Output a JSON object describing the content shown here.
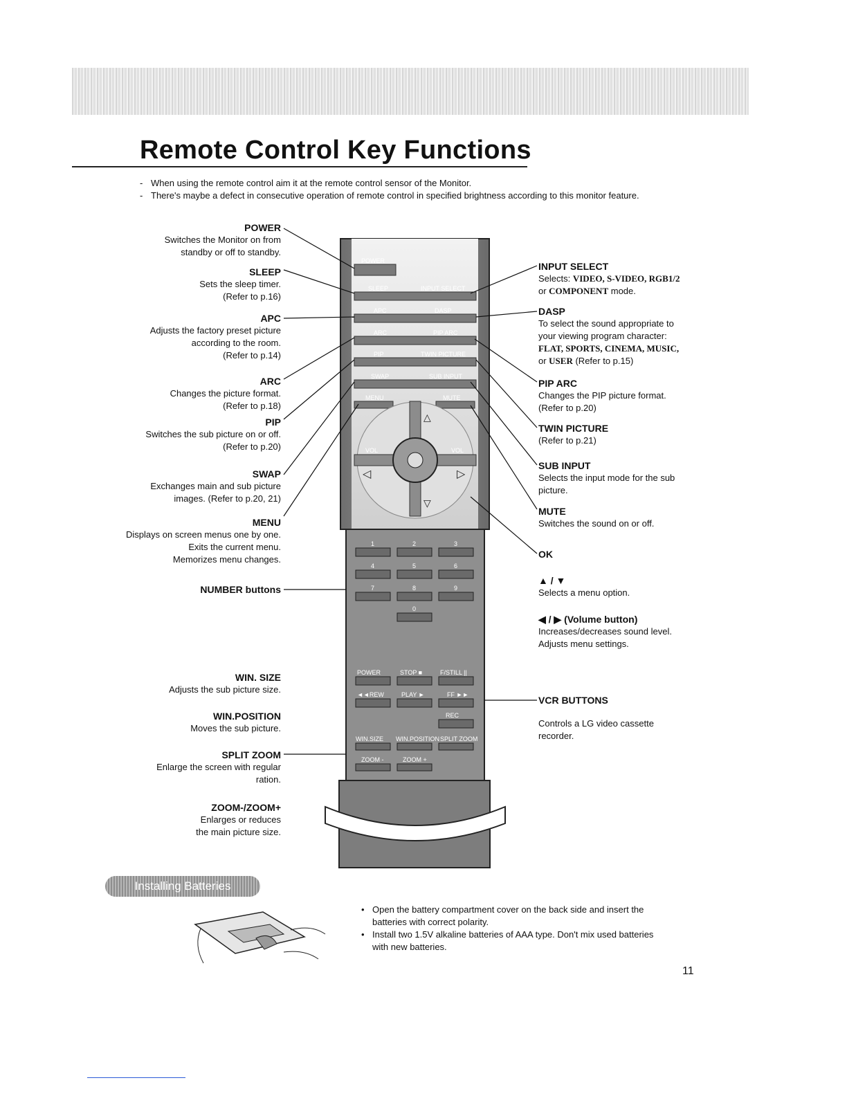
{
  "page": {
    "title": "Remote Control Key Functions",
    "intro": [
      "When using the remote control aim it at the remote control sensor of the Monitor.",
      "There's maybe a defect in consecutive operation of remote control in specified brightness according to this monitor feature."
    ],
    "page_number": "11"
  },
  "left_labels": {
    "power": {
      "title": "POWER",
      "desc": [
        "Switches the Monitor on from",
        "standby or off to standby."
      ]
    },
    "sleep": {
      "title": "SLEEP",
      "desc": [
        "Sets the sleep timer.",
        "(Refer to p.16)"
      ]
    },
    "apc": {
      "title": "APC",
      "desc": [
        "Adjusts the factory preset picture",
        "according to the room.",
        "(Refer to p.14)"
      ]
    },
    "arc": {
      "title": "ARC",
      "desc": [
        "Changes the picture format.",
        "(Refer to p.18)"
      ]
    },
    "pip": {
      "title": "PIP",
      "desc": [
        "Switches the sub picture on or off.",
        "(Refer to p.20)"
      ]
    },
    "swap": {
      "title": "SWAP",
      "desc": [
        "Exchanges main and sub picture",
        "images. (Refer to p.20, 21)"
      ]
    },
    "menu": {
      "title": "MENU",
      "desc": [
        "Displays on screen menus one by one.",
        "Exits the current menu.",
        "Memorizes menu changes."
      ]
    },
    "number": {
      "title": "NUMBER buttons"
    },
    "win_size": {
      "title": "WIN. SIZE",
      "desc": [
        "Adjusts the sub picture size."
      ]
    },
    "win_position": {
      "title": "WIN.POSITION",
      "desc": [
        "Moves the sub picture."
      ]
    },
    "split_zoom": {
      "title": "SPLIT ZOOM",
      "desc": [
        "Enlarge the screen with regular",
        "ration."
      ]
    },
    "zoom": {
      "title": "ZOOM-/ZOOM+",
      "desc": [
        "Enlarges or reduces",
        "the main picture size."
      ]
    }
  },
  "right_labels": {
    "input_select": {
      "title": "INPUT SELECT",
      "desc_prefix": "Selects: ",
      "modes": "VIDEO, S-VIDEO, RGB1/2",
      "desc_mid": "or ",
      "mode2": "COMPONENT",
      "desc_suffix": " mode."
    },
    "dasp": {
      "title": "DASP",
      "desc": [
        "To select the sound appropriate to",
        "your viewing program character:"
      ],
      "modes": "FLAT, SPORTS, CINEMA, MUSIC,",
      "or_prefix": "or ",
      "user": "USER",
      "ref": " (Refer to p.15)"
    },
    "pip_arc": {
      "title": "PIP ARC",
      "desc": [
        "Changes the PIP picture format.",
        "(Refer to p.20)"
      ]
    },
    "twin_picture": {
      "title": "TWIN PICTURE",
      "desc": [
        "(Refer to p.21)"
      ]
    },
    "sub_input": {
      "title": "SUB INPUT",
      "desc": [
        "Selects the input mode for the sub",
        "picture."
      ]
    },
    "mute": {
      "title": "MUTE",
      "desc": [
        "Switches the sound on or off."
      ]
    },
    "ok": {
      "title": "OK"
    },
    "updown": {
      "title": "▲ / ▼",
      "desc": [
        "Selects a menu option."
      ]
    },
    "volume": {
      "title": "◀ / ▶  (Volume button)",
      "desc": [
        "Increases/decreases sound level.",
        "Adjusts menu settings."
      ]
    },
    "vcr": {
      "title": "VCR BUTTONS",
      "desc": [
        "Controls a LG video cassette",
        "recorder."
      ]
    }
  },
  "remote": {
    "keys": {
      "power": "POWER",
      "sleep": "SLEEP",
      "input_select": "INPUT SELECT",
      "apc": "APC",
      "dasp": "DASP",
      "arc": "ARC",
      "pip_arc": "PIP ARC",
      "pip": "PIP",
      "twin_picture": "TWIN PICTURE",
      "swap": "SWAP",
      "sub_input": "SUB INPUT",
      "menu": "MENU",
      "mute": "MUTE",
      "vol": "VOL",
      "n1": "1",
      "n2": "2",
      "n3": "3",
      "n4": "4",
      "n5": "5",
      "n6": "6",
      "n7": "7",
      "n8": "8",
      "n9": "9",
      "n0": "0",
      "vcr_power": "POWER",
      "stop": "STOP ■",
      "pause": "F/STILL ||",
      "rew": "◄◄REW",
      "play": "PLAY ►",
      "ff": "FF ►►",
      "rec": "REC",
      "win_size": "WIN.SIZE",
      "win_position": "WIN.POSITION",
      "split_zoom": "SPLIT ZOOM",
      "zoom_minus": "ZOOM -",
      "zoom_plus": "ZOOM +"
    }
  },
  "batteries": {
    "title": "Installing Batteries",
    "bullets": [
      "Open the battery compartment cover on the back side and insert the batteries with correct polarity.",
      "Install two 1.5V alkaline batteries of AAA type. Don't mix used batteries with new batteries."
    ]
  }
}
